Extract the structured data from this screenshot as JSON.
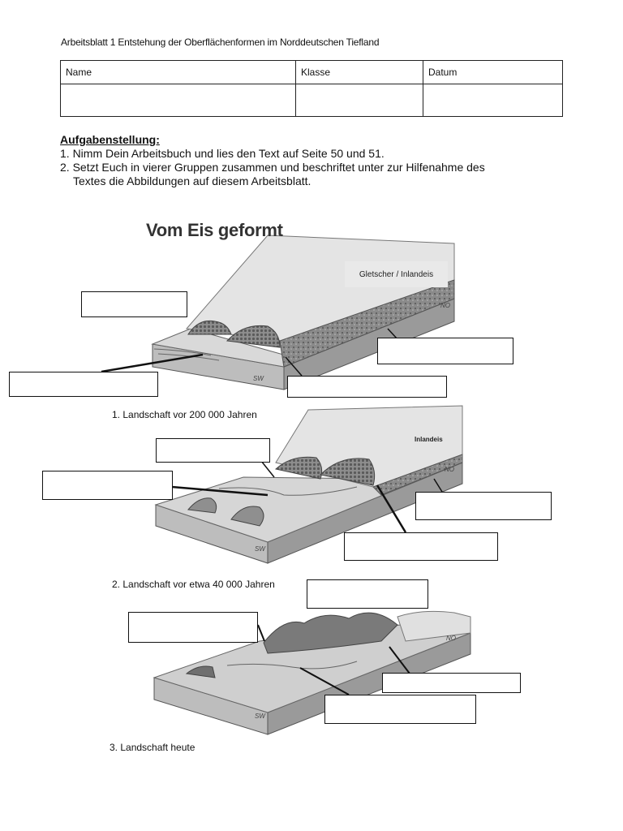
{
  "header": {
    "title": "Arbeitsblatt 1 Entstehung der Oberflächenformen im Norddeutschen Tiefland"
  },
  "table": {
    "columns": [
      "Name",
      "Klasse",
      "Datum"
    ]
  },
  "task": {
    "title": "Aufgabenstellung:",
    "items": [
      "1. Nimm Dein Arbeitsbuch und lies den Text auf Seite 50 und 51.",
      "2. Setzt Euch in vierer Gruppen zusammen und beschriftet unter zur Hilfenahme des",
      "Textes die Abbildungen auf diesem Arbeitsblatt."
    ]
  },
  "figure": {
    "title": "Vom Eis geformt",
    "gletscher_label": "Gletscher / Inlandeis",
    "inlandeis_label": "Inlandeis",
    "dir_sw": "SW",
    "dir_no": "NO"
  },
  "captions": {
    "c1": "1. Landschaft vor 200 000 Jahren",
    "c2": "2. Landschaft vor etwa 40 000 Jahren",
    "c3": "3. Landschaft heute"
  }
}
